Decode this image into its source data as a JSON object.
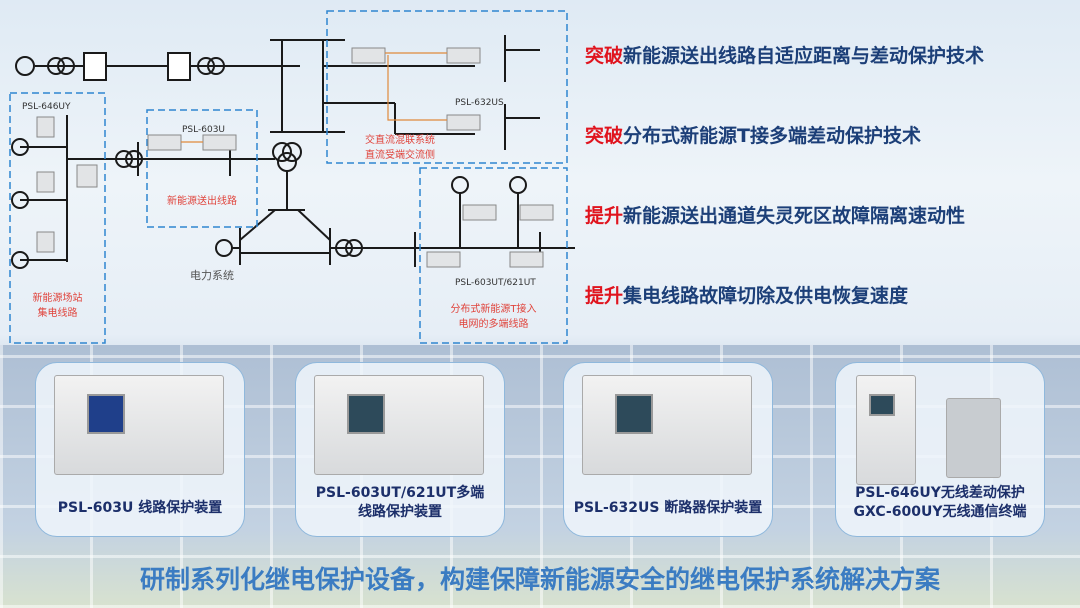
{
  "diagram": {
    "psl646uy": "PSL-646UY",
    "psl603u": "PSL-603U",
    "psl632us": "PSL-632US",
    "psl603ut": "PSL-603UT/621UT",
    "hybrid_l1": "交直流混联系统",
    "hybrid_l2": "直流受端交流侧",
    "outgoing": "新能源送出线路",
    "power_system": "电力系统",
    "station_l1": "新能源场站",
    "station_l2": "集电线路",
    "tap_l1": "分布式新能源T接入",
    "tap_l2": "电网的多端线路"
  },
  "bullets": [
    {
      "prefix": "突破",
      "text": "新能源送出线路自适应距离与差动保护技术"
    },
    {
      "prefix": "突破",
      "text": "分布式新能源T接多端差动保护技术"
    },
    {
      "prefix": "提升",
      "text": "新能源送出通道失灵死区故障隔离速动性"
    },
    {
      "prefix": "提升",
      "text": "集电线路故障切除及供电恢复速度"
    }
  ],
  "products": [
    {
      "line1": "PSL-603U 线路保护装置",
      "line2": ""
    },
    {
      "line1": "PSL-603UT/621UT多端",
      "line2": "线路保护装置"
    },
    {
      "line1": "PSL-632US 断路器保护装置",
      "line2": ""
    },
    {
      "line1": "PSL-646UY无线差动保护",
      "line2": "GXC-600UY无线通信终端"
    }
  ],
  "footer": "研制系列化继电保护设备，构建保障新能源安全的继电保护系统解决方案"
}
